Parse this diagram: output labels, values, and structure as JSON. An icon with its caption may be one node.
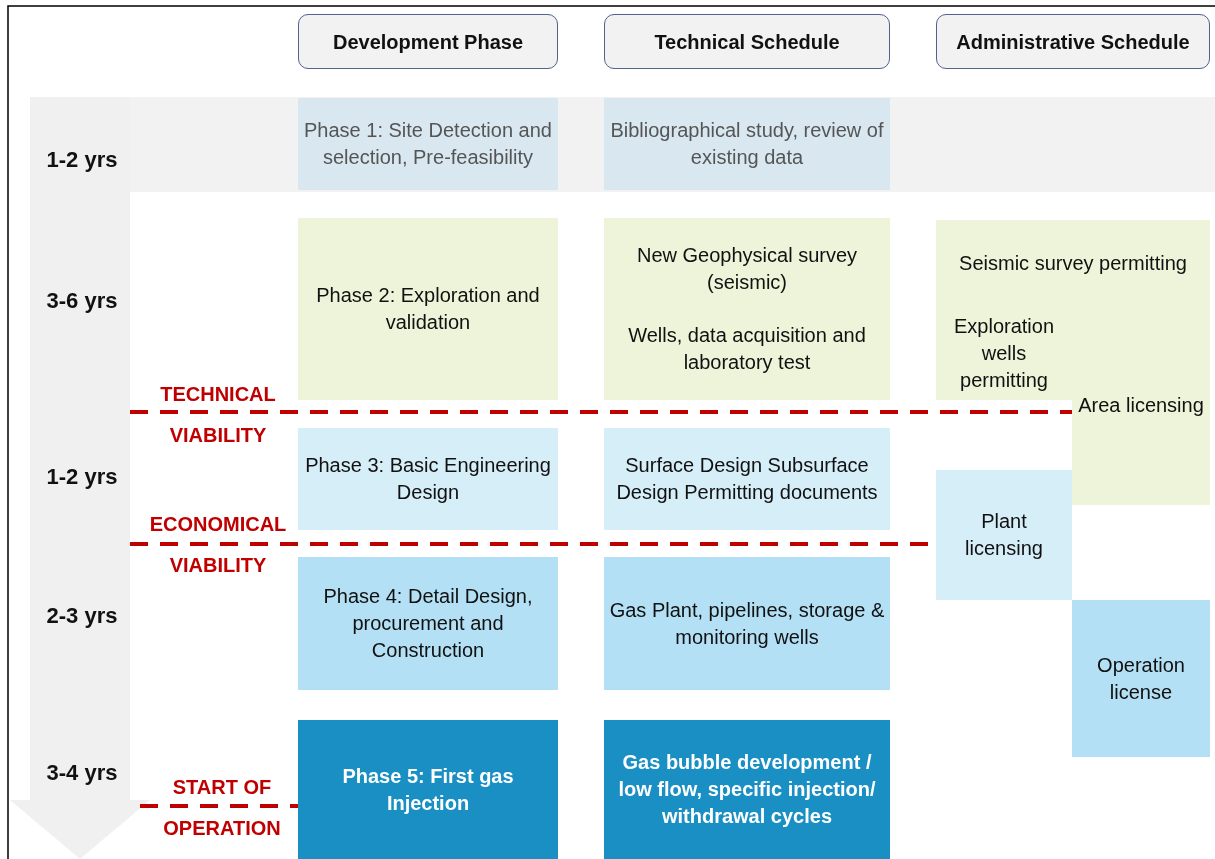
{
  "diagram": {
    "nodes": [
      {
        "text": [
          "Development Phase"
        ]
      },
      {
        "text": [
          "Technical Schedule"
        ]
      },
      {
        "text": [
          "Administrative Schedule"
        ]
      },
      {
        "text": [
          "Phase 1: Site Detection and selection, Pre-feasibility"
        ]
      },
      {
        "text": [
          "Bibliographical study, review of existing data"
        ]
      },
      {
        "text": [
          "Phase 2: Exploration and validation"
        ]
      },
      {
        "text": [
          "New Geophysical survey (seismic)",
          "Wells, data acquisition and laboratory test"
        ]
      },
      {
        "text": [
          "Seismic survey permitting"
        ]
      },
      {
        "text": [
          "Exploration wells permitting"
        ]
      },
      {
        "text": [
          "Area licensing"
        ]
      },
      {
        "text": [
          "Phase 3: Basic Engineering Design"
        ]
      },
      {
        "text": [
          "Surface Design Subsurface Design Permitting documents"
        ]
      },
      {
        "text": [
          "Plant licensing"
        ]
      },
      {
        "text": [
          "Phase 4: Detail Design, procurement and Construction"
        ]
      },
      {
        "text": [
          "Gas Plant, pipelines, storage & monitoring wells"
        ]
      },
      {
        "text": [
          "Operation license"
        ]
      },
      {
        "text": [
          "Phase 5: First gas Injection"
        ]
      },
      {
        "text": [
          "Gas bubble development / low flow, specific injection/ withdrawal cycles"
        ]
      }
    ],
    "labels": [
      "1-2 yrs",
      "3-6 yrs",
      "TECHNICAL",
      "VIABILITY",
      "1-2 yrs",
      "ECONOMICAL",
      "VIABILITY",
      "2-3 yrs",
      "3-4 yrs",
      "START OF",
      "OPERATION"
    ]
  }
}
